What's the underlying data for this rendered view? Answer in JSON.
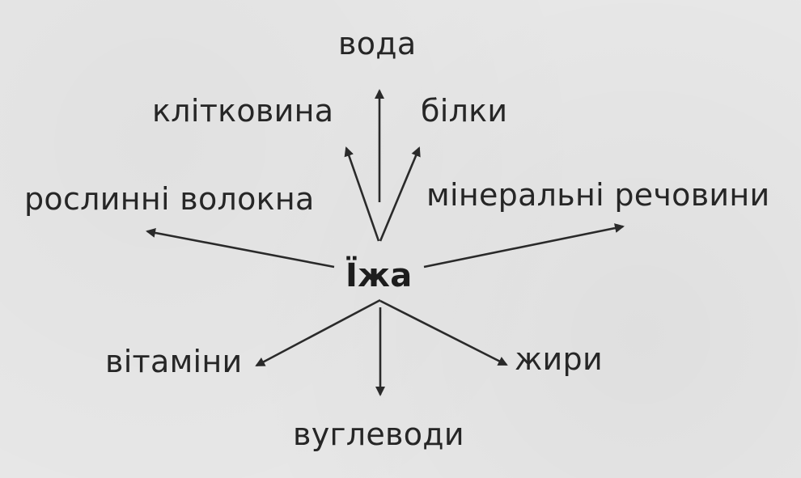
{
  "diagram": {
    "center": "Їжа",
    "nodes": {
      "water": "вода",
      "fiber": "клітковина",
      "proteins": "білки",
      "plant_fibers": "рослинні волокна",
      "minerals": "мінеральні речовини",
      "vitamins": "вітаміни",
      "fats": "жири",
      "carbohydrates": "вуглеводи"
    }
  },
  "colors": {
    "ink": "#262626",
    "paper": "#e8e8e8"
  }
}
